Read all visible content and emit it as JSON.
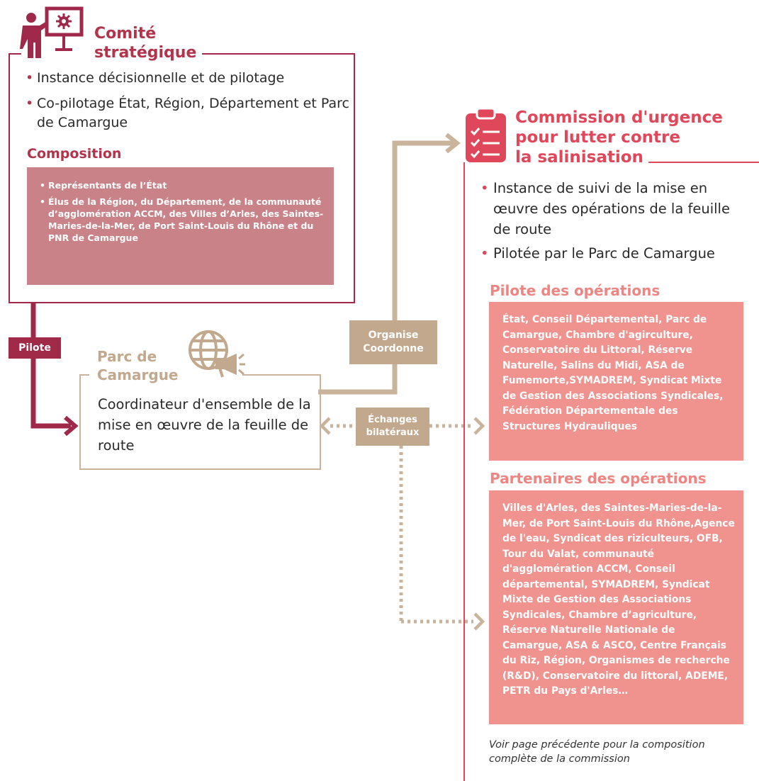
{
  "comite": {
    "title_line1": "Comité",
    "title_line2": "stratégique",
    "bullets": [
      "Instance décisionnelle et de pilotage",
      "Co-pilotage État, Région, Département et Parc de Camargue"
    ],
    "composition_title": "Composition",
    "composition_items": [
      "Représentants de l’État",
      "Élus de la Région, du Département, de la communauté d’agglomération ACCM, des Villes d’Arles, des Saintes-Maries-de-la-Mer, de Port Saint-Louis du Rhône et du PNR de Camargue"
    ]
  },
  "pilote_label": "Pilote",
  "parc": {
    "title_line1": "Parc de",
    "title_line2": "Camargue",
    "text": "Coordinateur d'ensemble de la mise en œuvre de la feuille de route"
  },
  "organise": {
    "line1": "Organise",
    "line2": "Coordonne"
  },
  "echanges": {
    "line1": "Échanges",
    "line2": "bilatéraux"
  },
  "commission": {
    "title_line1": "Commission d'urgence",
    "title_line2": "pour lutter contre",
    "title_line3": "la salinisation",
    "bullets": [
      "Instance de suivi de la mise en œuvre des opérations de la feuille de route",
      "Pilotée par le Parc de Camargue"
    ],
    "pilote_title": "Pilote des opérations",
    "pilote_text": "État, Conseil Départemental, Parc de Camargue, Chambre d'agirculture, Conservatoire du Littoral, Réserve Naturelle, Salins du Midi, ASA de Fumemorte,SYMADREM, Syndicat Mixte de Gestion des Associations Syndicales, Fédération Départementale des Structures Hydrauliques",
    "partenaires_title": "Partenaires des opérations",
    "partenaires_text": "Villes d'Arles, des Saintes-Maries-de-la-Mer, de Port Saint-Louis du Rhône,Agence de l'eau, Syndicat des riziculteurs, OFB, Tour du Valat, communauté d'agglomération ACCM, Conseil départemental, SYMADREM, Syndicat Mixte de Gestion des Associations Syndicales, Chambre d’agriculture, Réserve Naturelle Nationale de Camargue, ASA & ASCO, Centre Français du Riz, Région, Organismes de recherche (R&D), Conservatoire du littoral, ADEME, PETR du Pays d'Arles…",
    "note": "Voir page précédente pour la composition complète de la commission"
  },
  "colors": {
    "crimson": "#a0284a",
    "rose_box": "#c98388",
    "tan": "#c2a98d",
    "red": "#e0475a",
    "salmon_box": "#f0928e"
  }
}
